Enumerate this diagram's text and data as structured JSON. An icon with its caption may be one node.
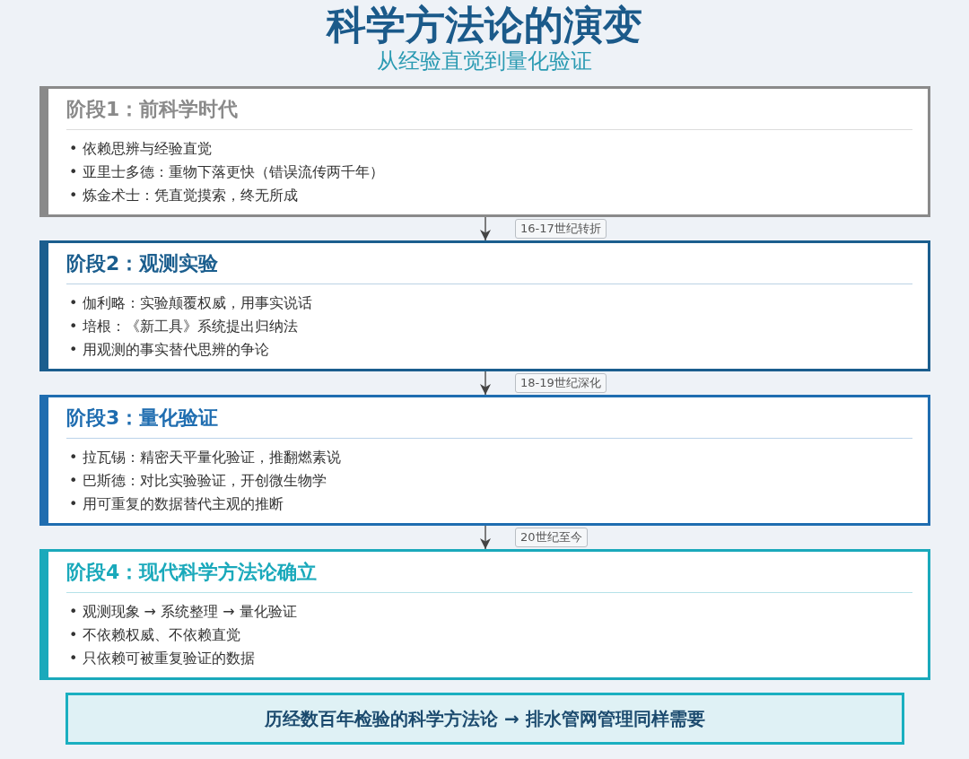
{
  "diagram": {
    "title": "科学方法论的演变",
    "nodes": [
      {
        "text": [
          "阶段1：前科学时代",
          "• 依赖思辨与经验直觉",
          "• 亚里士多德：重物下落更快（错误流传两千年）",
          "• 炼金术士：凭直觉摸索，终无所成"
        ]
      },
      {
        "text": [
          "阶段2：观测实验",
          "• 伽利略：实验颠覆权威，用事实说话",
          "• 培根：《新工具》系统提出归纳法",
          "• 用观测的事实替代思辨的争论"
        ]
      },
      {
        "text": [
          "阶段3：量化验证",
          "• 拉瓦锡：精密天平量化验证，推翻燃素说",
          "• 巴斯德：对比实验验证，开创微生物学",
          "• 用可重复的数据替代主观的推断"
        ]
      },
      {
        "text": [
          "阶段4：现代科学方法论确立",
          "• 观测现象 → 系统整理 → 量化验证",
          "• 不依赖权威、不依赖直觉",
          "• 只依赖可被重复验证的数据"
        ]
      },
      {
        "text": [
          "历经数百年检验的科学方法论 → 排水管网管理同样需要"
        ]
      }
    ],
    "edges": [
      {
        "from": 0,
        "to": 1,
        "arrow": "to",
        "label": "16-17世纪转折"
      },
      {
        "from": 1,
        "to": 2,
        "arrow": "to",
        "label": "18-19世纪深化"
      },
      {
        "from": 2,
        "to": 3,
        "arrow": "to",
        "label": "20世纪至今"
      }
    ],
    "labels": [
      "从经验直觉到量化验证"
    ]
  }
}
